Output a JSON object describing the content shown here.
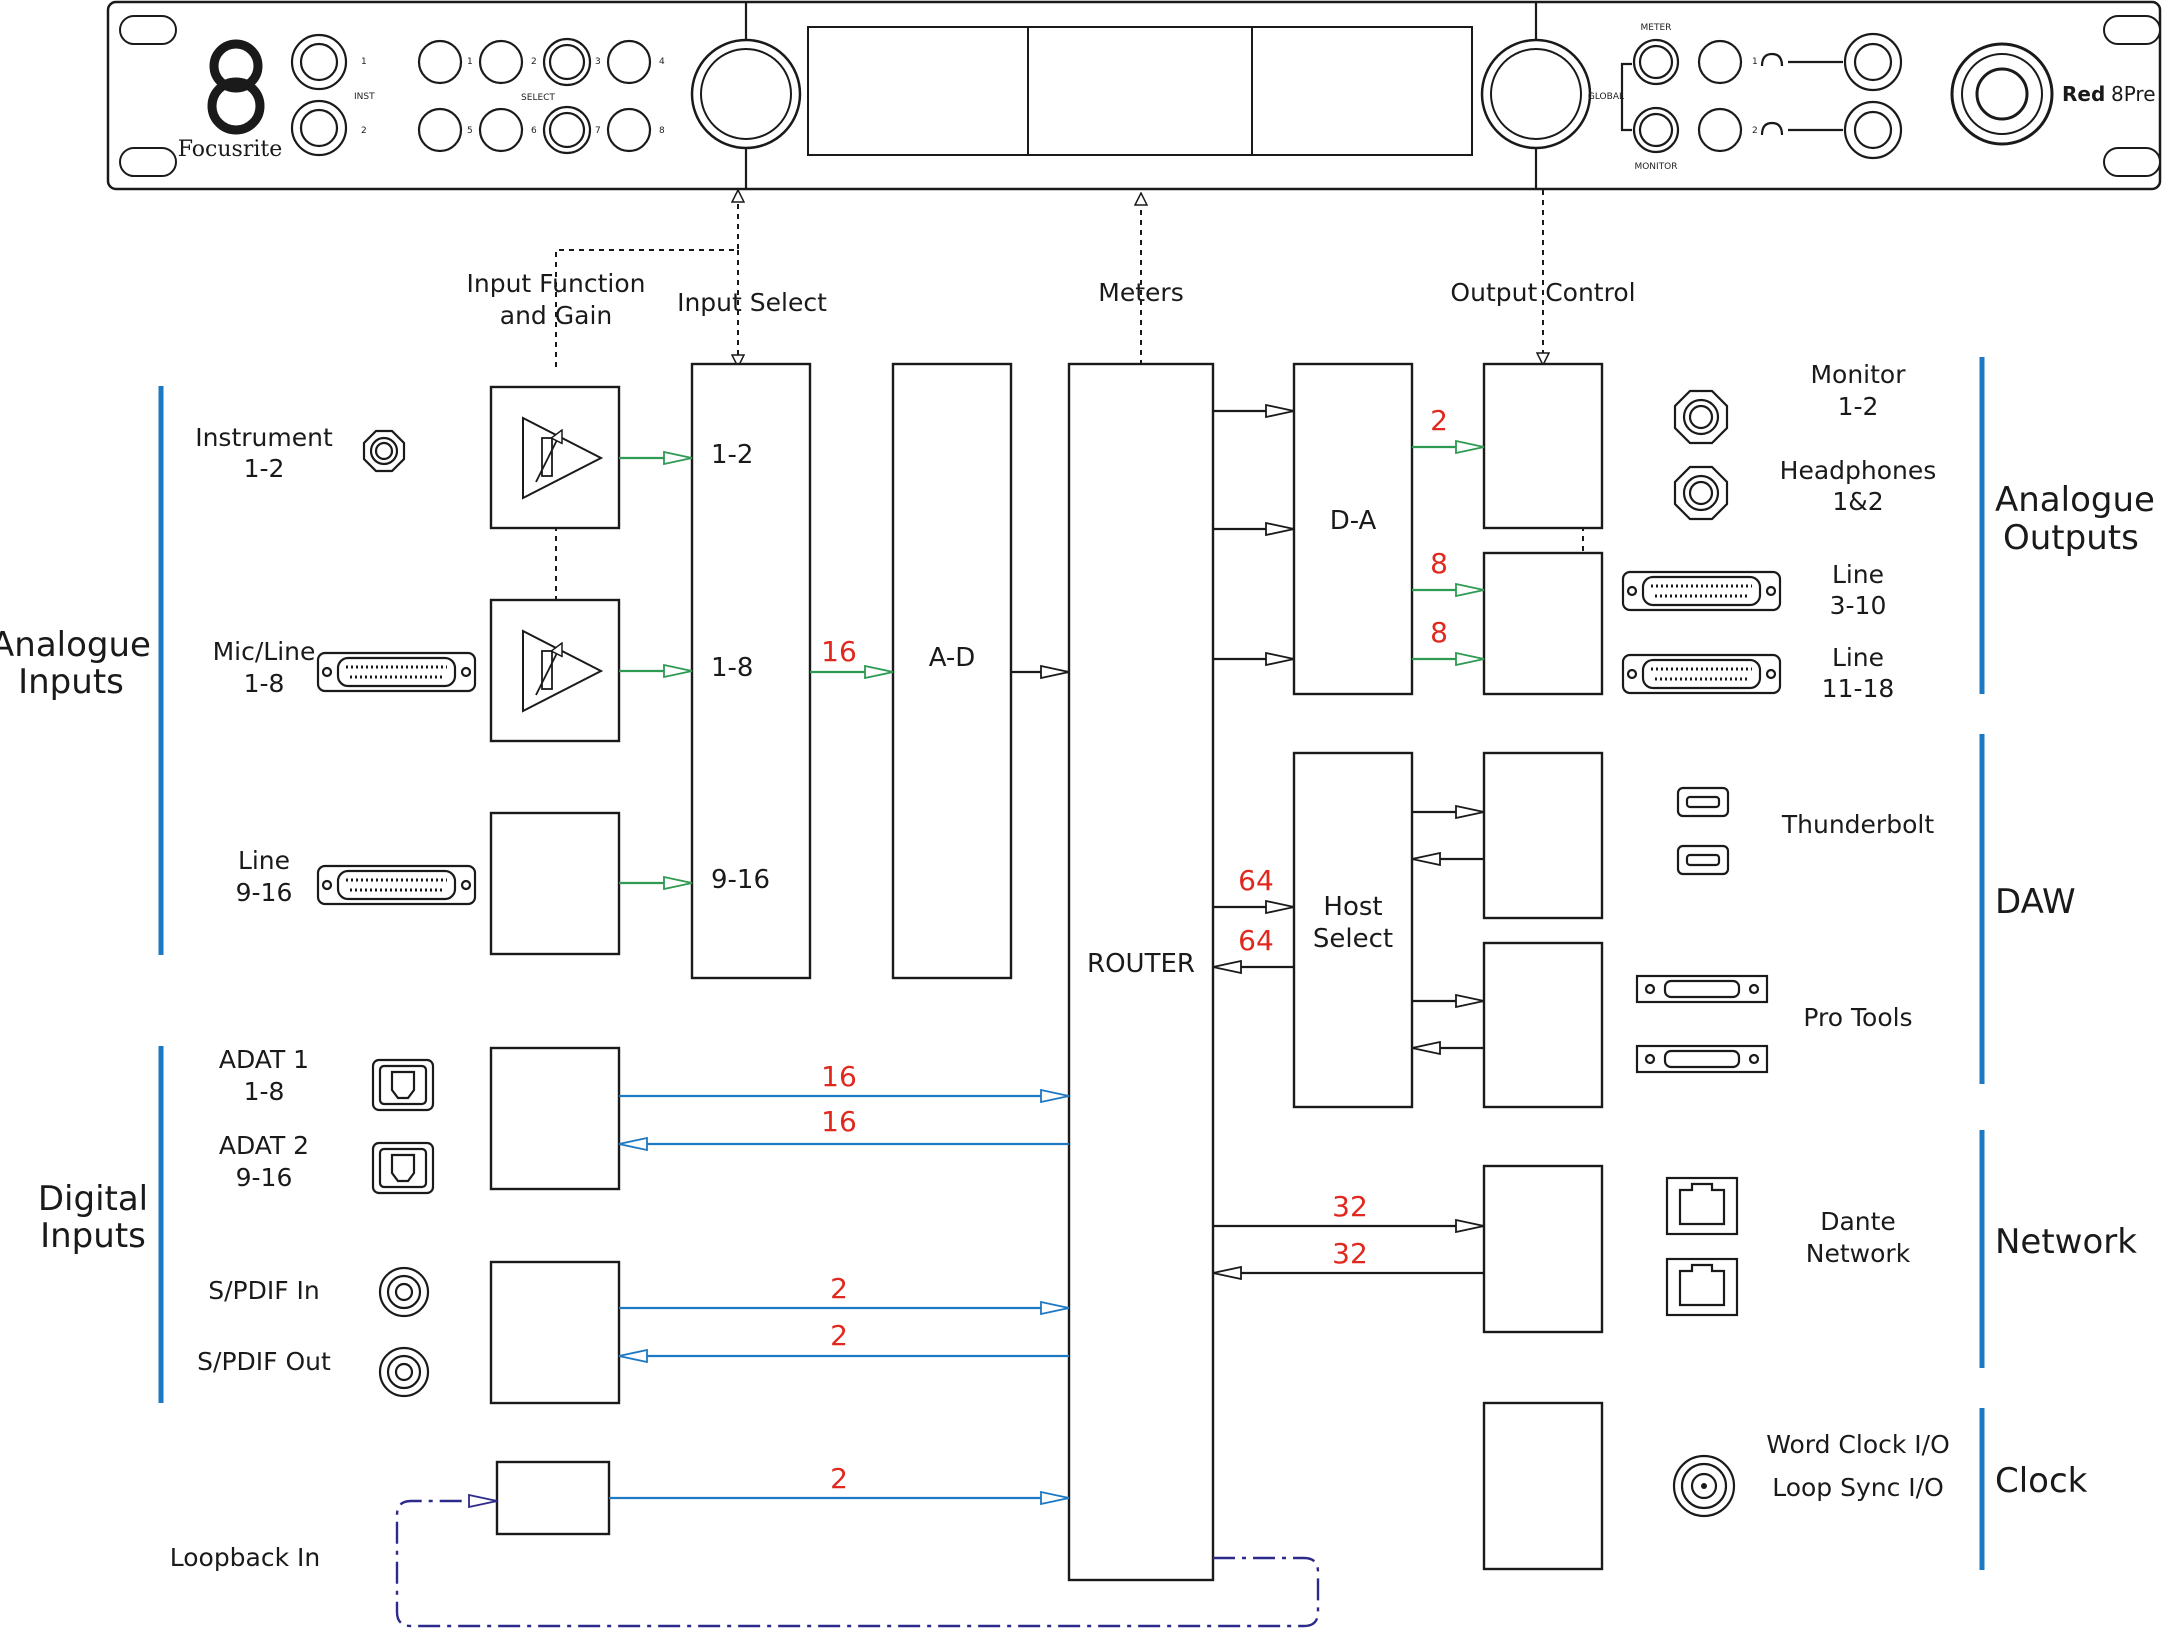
{
  "front_panel": {
    "brand": "Focusrite",
    "model_prefix": "Red",
    "model_suffix": "8Pre",
    "inst_label": "INST",
    "inst_numbers": [
      "1",
      "2"
    ],
    "select_label": "SELECT",
    "select_numbers": [
      "1",
      "2",
      "3",
      "4",
      "5",
      "6",
      "7",
      "8"
    ],
    "meter_label": "METER",
    "global_label": "GLOBAL",
    "monitor_label": "MONITOR",
    "headphone_numbers": [
      "1",
      "2"
    ]
  },
  "control_labels": {
    "input_function_line1": "Input Function",
    "input_function_line2": "and Gain",
    "input_select": "Input Select",
    "meters": "Meters",
    "output_control": "Output Control"
  },
  "groups": {
    "analogue_inputs": [
      "Analogue",
      "Inputs"
    ],
    "digital_inputs": [
      "Digital",
      "Inputs"
    ],
    "analogue_outputs": [
      "Analogue",
      "Outputs"
    ],
    "daw": [
      "DAW"
    ],
    "network": [
      "Network"
    ],
    "clock": [
      "Clock"
    ]
  },
  "inputs": {
    "instrument": [
      "Instrument",
      "1-2"
    ],
    "mic_line": [
      "Mic/Line",
      "1-8"
    ],
    "line": [
      "Line",
      "9-16"
    ],
    "adat1": [
      "ADAT 1",
      "1-8"
    ],
    "adat2": [
      "ADAT 2",
      "9-16"
    ],
    "spdif_in": "S/PDIF In",
    "spdif_out": "S/PDIF Out",
    "loopback": "Loopback In"
  },
  "outputs": {
    "monitor": [
      "Monitor",
      "1-2"
    ],
    "headphones": [
      "Headphones",
      "1&2"
    ],
    "line_a": [
      "Line",
      "3-10"
    ],
    "line_b": [
      "Line",
      "11-18"
    ],
    "thunderbolt": "Thunderbolt",
    "pro_tools": "Pro Tools",
    "dante": [
      "Dante",
      "Network"
    ],
    "clock_line1": "Word Clock I/O",
    "clock_line2": "Loop Sync I/O"
  },
  "blocks": {
    "select_1_2": "1-2",
    "select_1_8": "1-8",
    "select_9_16": "9-16",
    "ad": "A-D",
    "router": "ROUTER",
    "da": "D-A",
    "host_select": [
      "Host",
      "Select"
    ]
  },
  "channel_counts": {
    "select_to_ad": "16",
    "da_monitor": "2",
    "da_line_a": "8",
    "da_line_b": "8",
    "host_out": "64",
    "host_in": "64",
    "adat_in": "16",
    "adat_out": "16",
    "dante_out": "32",
    "dante_in": "32",
    "spdif_in": "2",
    "spdif_out": "2",
    "loopback": "2"
  },
  "colors": {
    "analogue_signal": "#2e9a52",
    "digital_signal": "#1e78c2",
    "channel_count": "#e0281e",
    "loopback": "#2c2a8a",
    "group_bar": "#1e78c2"
  }
}
